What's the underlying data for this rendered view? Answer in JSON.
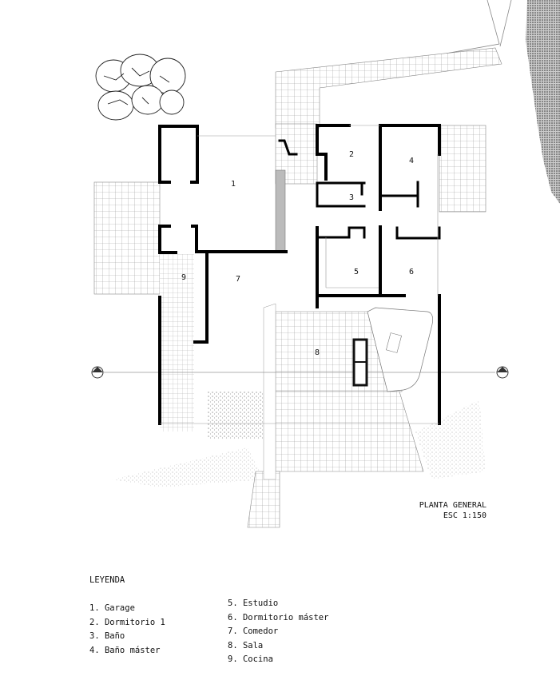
{
  "drawing": {
    "title": "PLANTA GENERAL",
    "scale": "ESC 1:150"
  },
  "rooms": [
    {
      "number": "1",
      "name": "Garage"
    },
    {
      "number": "2",
      "name": "Dormitorio 1"
    },
    {
      "number": "3",
      "name": "Baño"
    },
    {
      "number": "4",
      "name": "Baño máster"
    },
    {
      "number": "5",
      "name": "Estudio"
    },
    {
      "number": "6",
      "name": "Dormitorio máster"
    },
    {
      "number": "7",
      "name": "Comedor"
    },
    {
      "number": "8",
      "name": "Sala"
    },
    {
      "number": "9",
      "name": "Cocina"
    }
  ],
  "legend": {
    "heading": "LEYENDA",
    "items": [
      "1. Garage",
      "2. Dormitorio 1",
      "3. Baño",
      "4. Baño máster",
      "5. Estudio",
      "6. Dormitorio máster",
      "7. Comedor",
      "8. Sala",
      "9. Cocina"
    ]
  }
}
